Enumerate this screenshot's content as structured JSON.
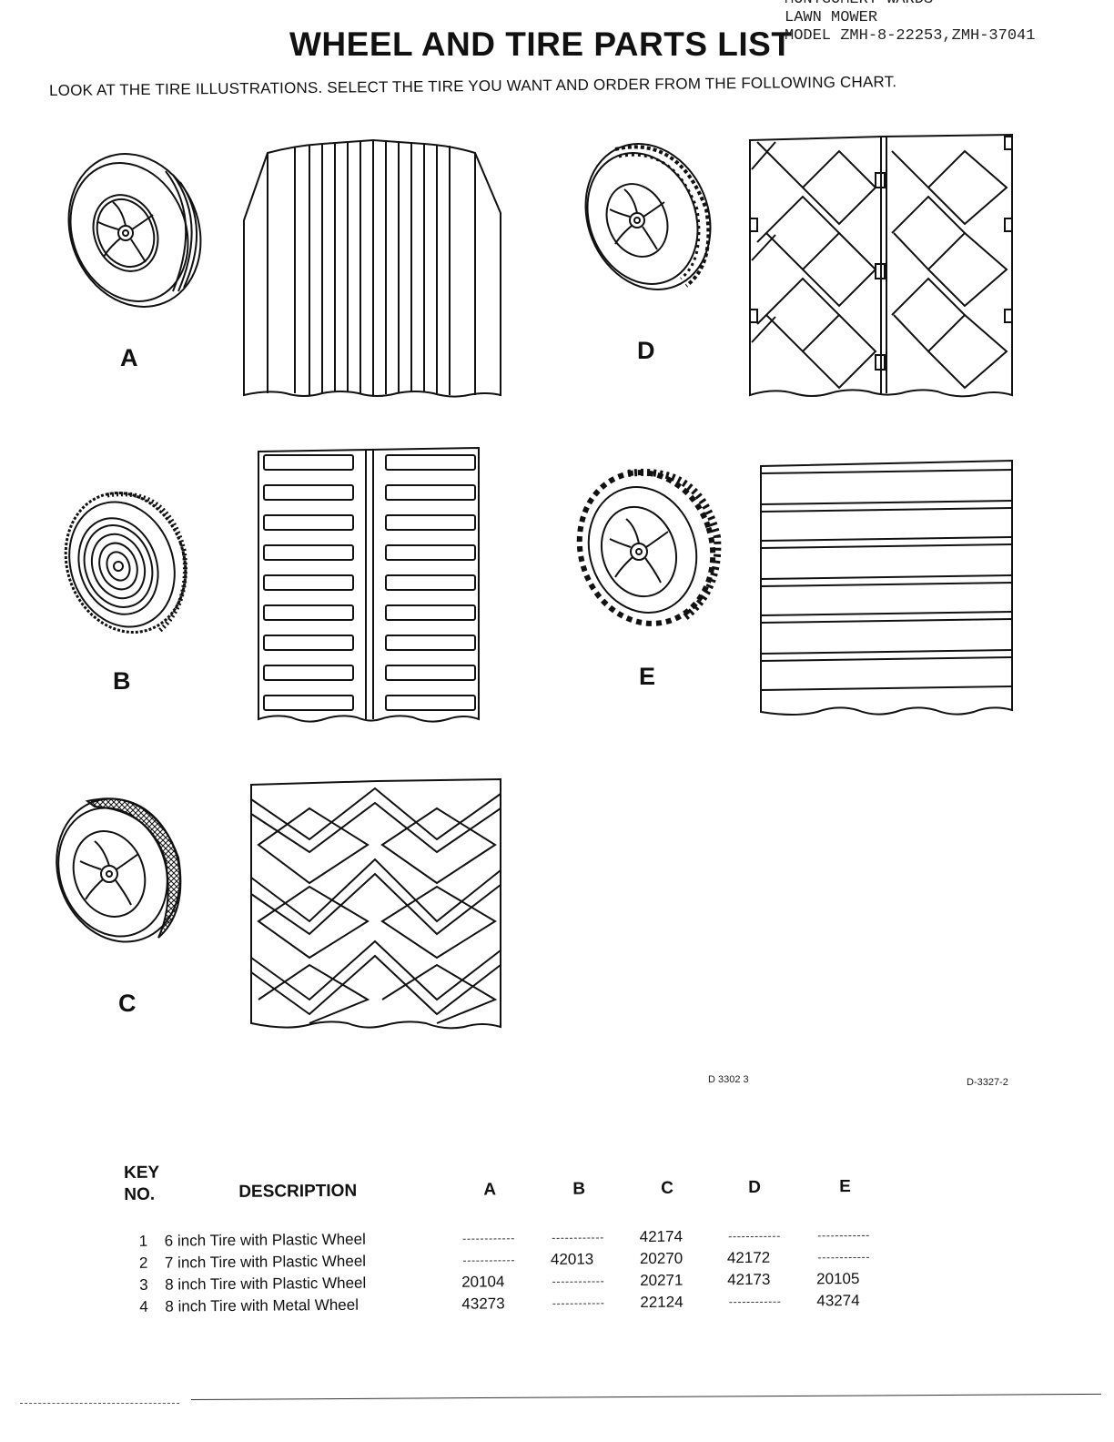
{
  "header": {
    "title": "WHEEL AND TIRE PARTS LIST",
    "model_line1": "MONTGOMERY WARDS",
    "model_line2": "LAWN MOWER",
    "model_line3": "MODEL ZMH-8-22253,ZMH-37041"
  },
  "instructions": "LOOK AT THE TIRE ILLUSTRATIONS. SELECT THE TIRE YOU WANT AND ORDER FROM THE FOLLOWING CHART.",
  "tires": [
    {
      "label": "A"
    },
    {
      "label": "B"
    },
    {
      "label": "C"
    },
    {
      "label": "D"
    },
    {
      "label": "E"
    }
  ],
  "drawing_codes": [
    "D 3302 3",
    "D-3327-2"
  ],
  "table": {
    "col_key": "KEY",
    "col_no": "NO.",
    "col_description": "DESCRIPTION",
    "col_a": "A",
    "col_b": "B",
    "col_c": "C",
    "col_d": "D",
    "col_e": "E",
    "rows": [
      {
        "key": "1",
        "description": "6 inch Tire with Plastic Wheel",
        "a": "",
        "b": "",
        "c": "42174",
        "d": "",
        "e": ""
      },
      {
        "key": "2",
        "description": "7 inch Tire with Plastic Wheel",
        "a": "",
        "b": "42013",
        "c": "20270",
        "d": "42172",
        "e": ""
      },
      {
        "key": "3",
        "description": "8 inch Tire with Plastic Wheel",
        "a": "20104",
        "b": "",
        "c": "20271",
        "d": "42173",
        "e": "20105"
      },
      {
        "key": "4",
        "description": "8 inch Tire with Metal Wheel",
        "a": "43273",
        "b": "",
        "c": "22124",
        "d": "",
        "e": "43274"
      }
    ]
  }
}
